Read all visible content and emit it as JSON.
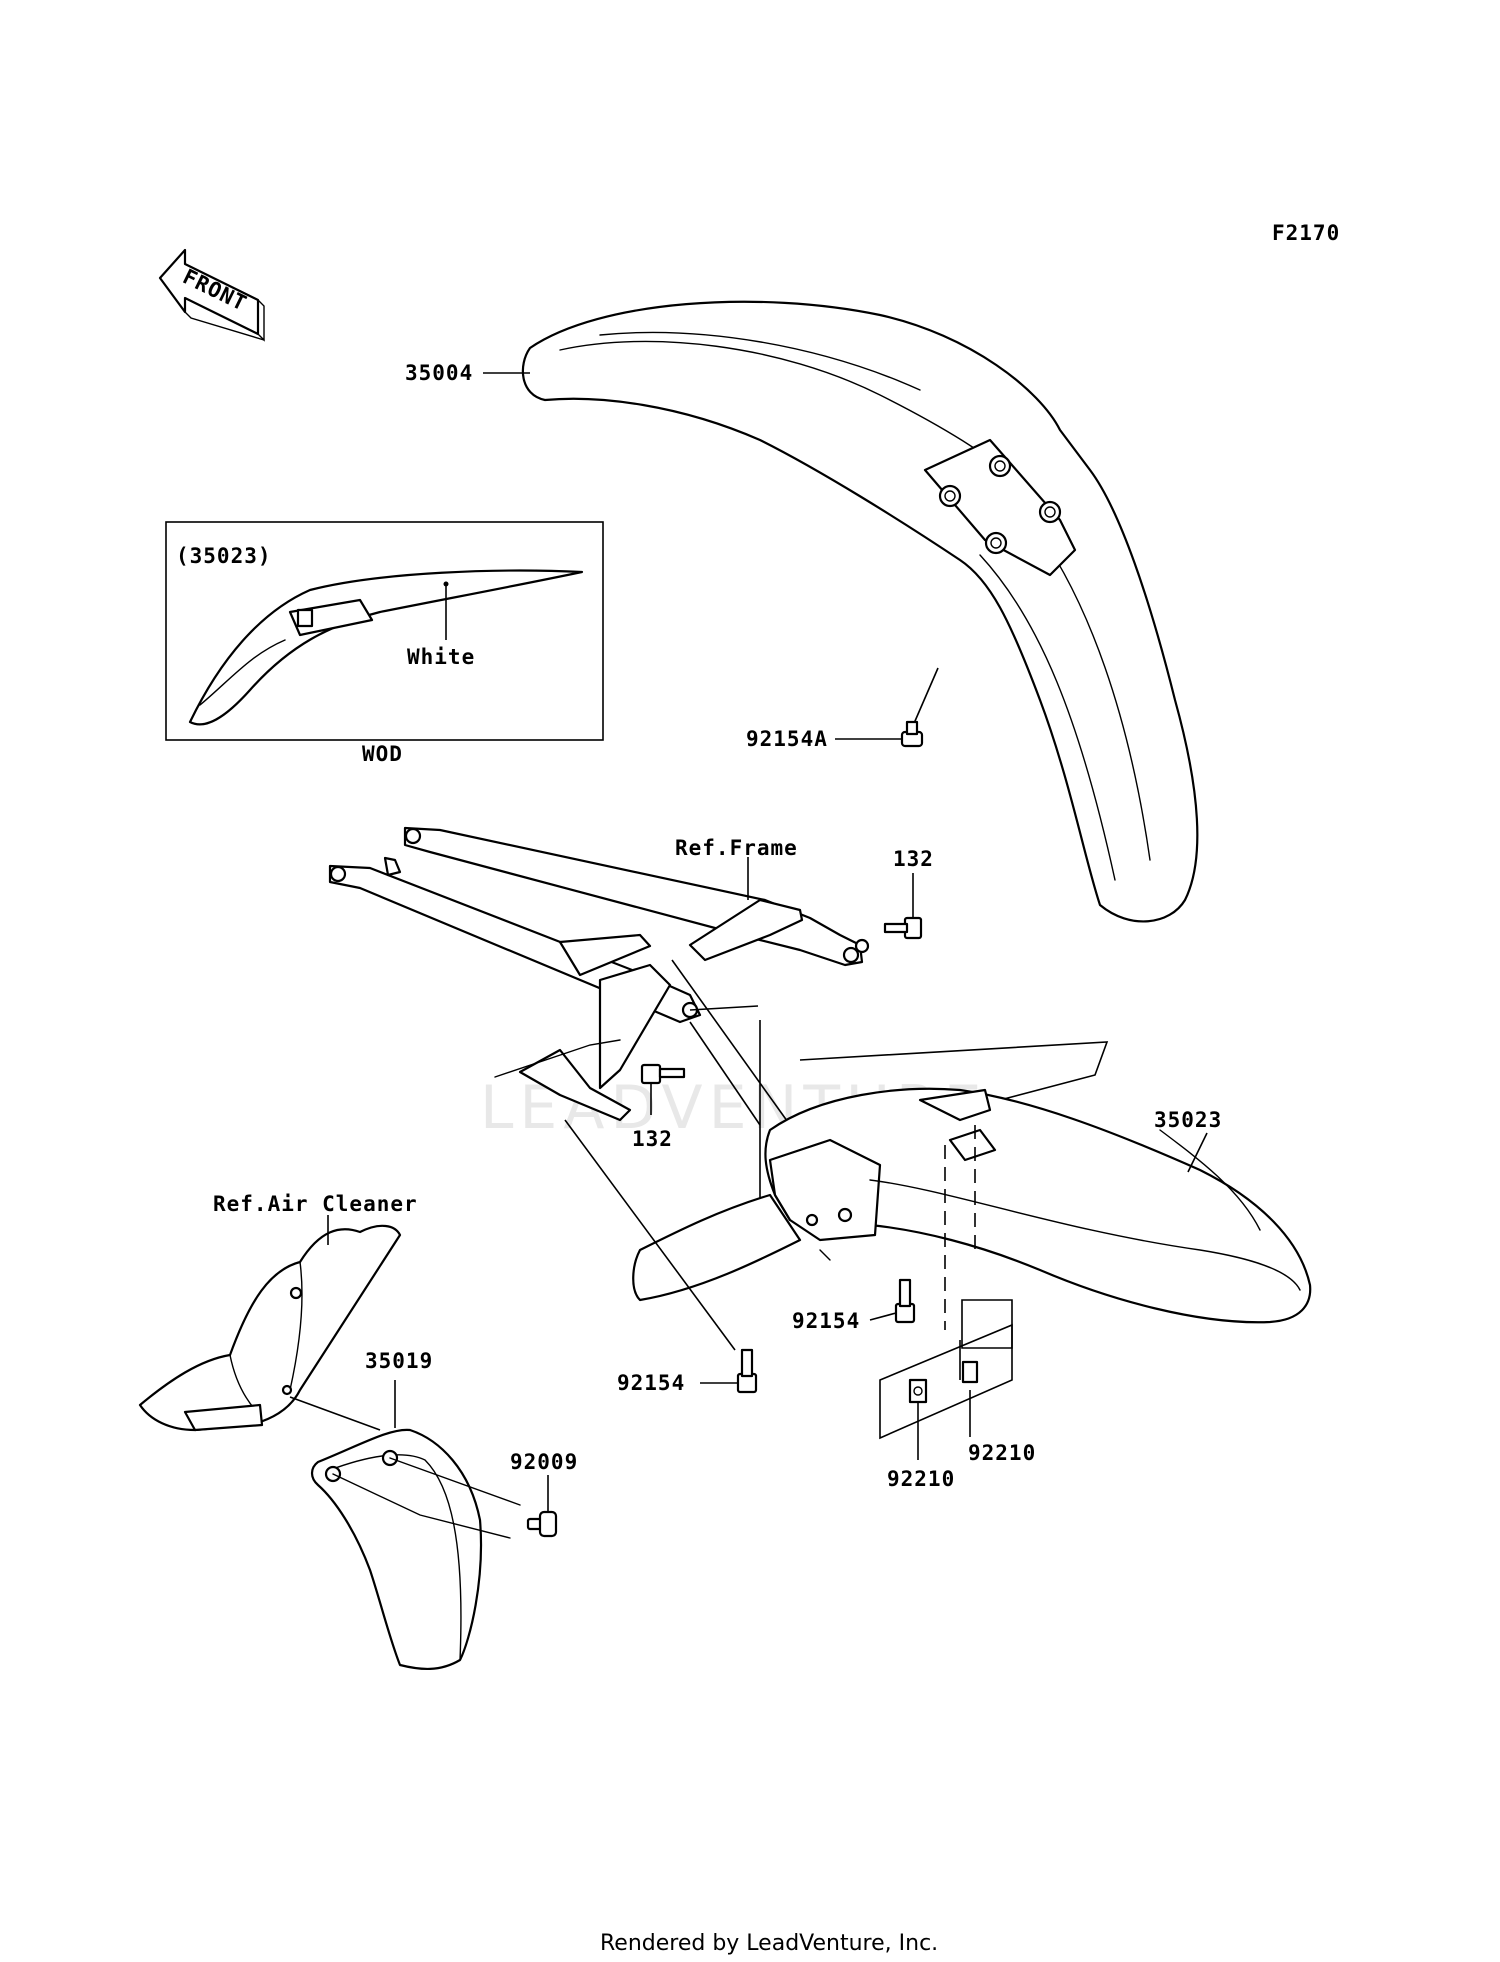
{
  "diagram": {
    "code": "F2170",
    "front_label": "FRONT",
    "inset": {
      "part_ref": "(35023)",
      "color_label": "White",
      "caption": "WOD"
    },
    "refs": {
      "frame": "Ref.Frame",
      "air_cleaner": "Ref.Air Cleaner"
    },
    "parts": {
      "front_fender": "35004",
      "front_fender_bolt": "92154A",
      "rear_fender": "35023",
      "frame_bolt_upper": "132",
      "frame_bolt_lower": "132",
      "rear_fender_bolt_right": "92154",
      "rear_fender_bolt_left": "92154",
      "nut_right": "92210",
      "nut_left": "92210",
      "mud_flap": "35019",
      "mud_flap_screw": "92009"
    },
    "watermark": "LEADVENTURE",
    "footer": "Rendered by LeadVenture, Inc."
  }
}
